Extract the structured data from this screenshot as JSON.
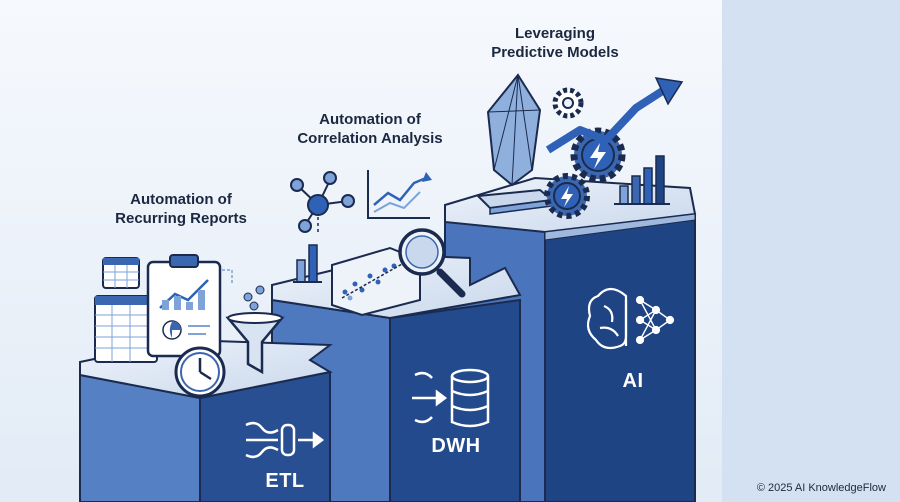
{
  "steps": [
    {
      "title": "Automation of\nRecurring Reports",
      "pillar": "ETL"
    },
    {
      "title": "Automation of\nCorrelation Analysis",
      "pillar": "DWH"
    },
    {
      "title": "Leveraging\nPredictive Models",
      "pillar": "AI"
    }
  ],
  "footer": {
    "copyright": "© 2025 AI KnowledgeFlow"
  },
  "colors": {
    "pillar_dark": "#1b3f7e",
    "pillar_mid": "#3b67b0",
    "pillar_light": "#7da3d8",
    "top_surface": "#d9e4f2",
    "outline": "#1b2b4f",
    "accent": "#2f62b6"
  },
  "icons": {
    "step1": [
      "calendar-grid-icon",
      "spreadsheet-icon",
      "clipboard-chart-icon",
      "clock-icon",
      "funnel-icon"
    ],
    "step2": [
      "network-graph-icon",
      "line-chart-icon",
      "bar-chart-icon",
      "scatter-chart-icon",
      "magnifier-icon"
    ],
    "step3": [
      "crystal-trophy-icon",
      "gear-icon",
      "trend-arrow-icon",
      "bar-chart-icon"
    ],
    "pillars": [
      "etl-pipeline-icon",
      "database-icon",
      "brain-network-icon"
    ]
  }
}
